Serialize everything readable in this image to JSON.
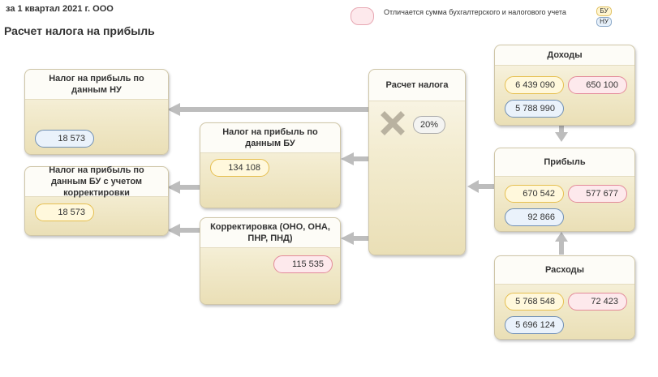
{
  "header": {
    "period": "за 1 квартал 2021 г. ООО",
    "title": "Расчет налога на прибыль"
  },
  "legend": {
    "text": "Отличается сумма бухгалтерского и налогового учета",
    "tag_bu": "БУ",
    "tag_nu": "НУ"
  },
  "colors": {
    "accounting_yellow": "#fff8dc",
    "difference_pink": "#fde9ec",
    "tax_blue": "#eaf2fb",
    "arrow_gray": "#bdbdbd"
  },
  "cards": {
    "income": {
      "title": "Доходы",
      "bu": "6 439 090",
      "diff": "650 100",
      "nu": "5 788 990"
    },
    "profit": {
      "title": "Прибыль",
      "bu": "670 542",
      "diff": "577 677",
      "nu": "92 866"
    },
    "expenses": {
      "title": "Расходы",
      "bu": "5 768 548",
      "diff": "72 423",
      "nu": "5 696 124"
    },
    "tax_calc": {
      "title": "Расчет налога",
      "rate": "20%",
      "icon": "cross-icon"
    },
    "tax_nu": {
      "title": "Налог на прибыль по данным НУ",
      "value": "18 573"
    },
    "tax_bu": {
      "title": "Налог на прибыль по данным БУ",
      "value": "134 108"
    },
    "tax_bu_adjusted": {
      "title": "Налог на прибыль по данным БУ с учетом корректировки",
      "value": "18 573"
    },
    "adjustment": {
      "title": "Корректировка (ОНО, ОНА, ПНР, ПНД)",
      "value": "115 535"
    }
  }
}
